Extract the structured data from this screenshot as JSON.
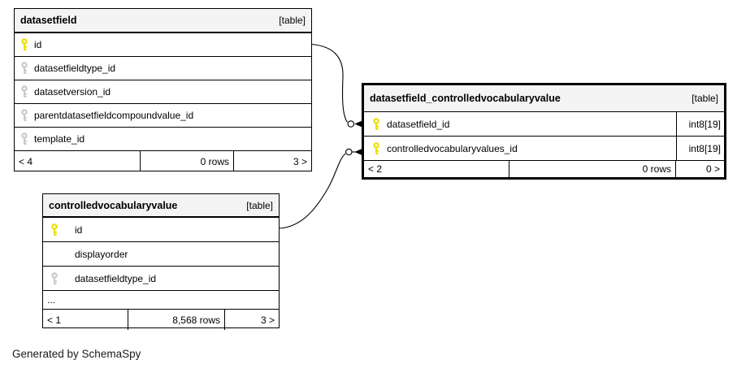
{
  "footer_note": "Generated by SchemaSpy",
  "colors": {
    "primary_key": "#e8e000",
    "foreign_key": "#c9c9c9",
    "header_bg": "#f4f4f4",
    "border": "#000000"
  },
  "tables": [
    {
      "title": "datasetfield",
      "badge": "[table]",
      "emphasized": false,
      "columns": [
        {
          "name": "id",
          "key": "primary"
        },
        {
          "name": "datasetfieldtype_id",
          "key": "foreign"
        },
        {
          "name": "datasetversion_id",
          "key": "foreign"
        },
        {
          "name": "parentdatasetfieldcompoundvalue_id",
          "key": "foreign"
        },
        {
          "name": "template_id",
          "key": "foreign"
        }
      ],
      "footer": {
        "left": "< 4",
        "center": "0 rows",
        "right": "3 >"
      }
    },
    {
      "title": "datasetfield_controlledvocabularyvalue",
      "badge": "[table]",
      "emphasized": true,
      "columns": [
        {
          "name": "datasetfield_id",
          "key": "primary",
          "type": "int8[19]"
        },
        {
          "name": "controlledvocabularyvalues_id",
          "key": "primary",
          "type": "int8[19]"
        }
      ],
      "footer": {
        "left": "< 2",
        "center": "0 rows",
        "right": "0 >"
      }
    },
    {
      "title": "controlledvocabularyvalue",
      "badge": "[table]",
      "emphasized": false,
      "columns": [
        {
          "name": "id",
          "key": "primary"
        },
        {
          "name": "displayorder",
          "key": "none"
        },
        {
          "name": "datasetfieldtype_id",
          "key": "foreign"
        },
        {
          "name": "...",
          "key": "ellipsis"
        }
      ],
      "footer": {
        "left": "< 1",
        "center": "8,568 rows",
        "right": "3 >"
      }
    }
  ],
  "relationships": [
    {
      "from": "datasetfield.id",
      "to": "datasetfield_controlledvocabularyvalue.datasetfield_id"
    },
    {
      "from": "controlledvocabularyvalue.id",
      "to": "datasetfield_controlledvocabularyvalue.controlledvocabularyvalues_id"
    }
  ]
}
